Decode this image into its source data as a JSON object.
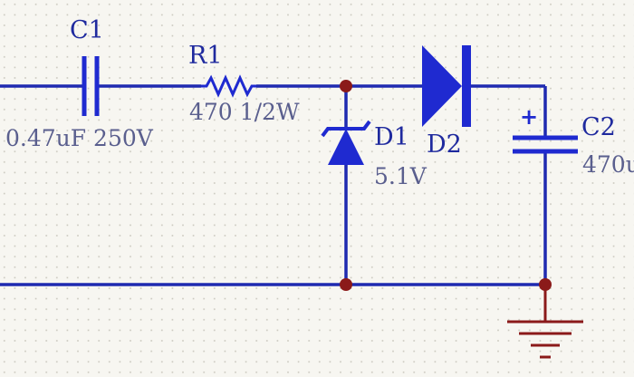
{
  "schematic": {
    "colors": {
      "background": "#f7f6f1",
      "grid_dots": "#c9c7bd",
      "wire": "#1f2ab0",
      "component": "#1f2ad0",
      "ref_text": "#1f2a9e",
      "value_text": "#5a5f8e",
      "junction": "#8b1a1a",
      "ground": "#8b1a1a"
    },
    "components": {
      "c1": {
        "ref": "C1",
        "value": "0.47uF 250V",
        "icon": "capacitor-icon"
      },
      "r1": {
        "ref": "R1",
        "value": "470 1/2W",
        "icon": "resistor-icon"
      },
      "d1": {
        "ref": "D1",
        "value": "5.1V",
        "icon": "zener-diode-icon"
      },
      "d2": {
        "ref": "D2",
        "icon": "diode-icon"
      },
      "c2": {
        "ref": "C2",
        "value": "470u",
        "icon": "polarized-capacitor-icon",
        "polarity_mark": "+"
      }
    },
    "ground": {
      "icon": "ground-icon"
    }
  }
}
